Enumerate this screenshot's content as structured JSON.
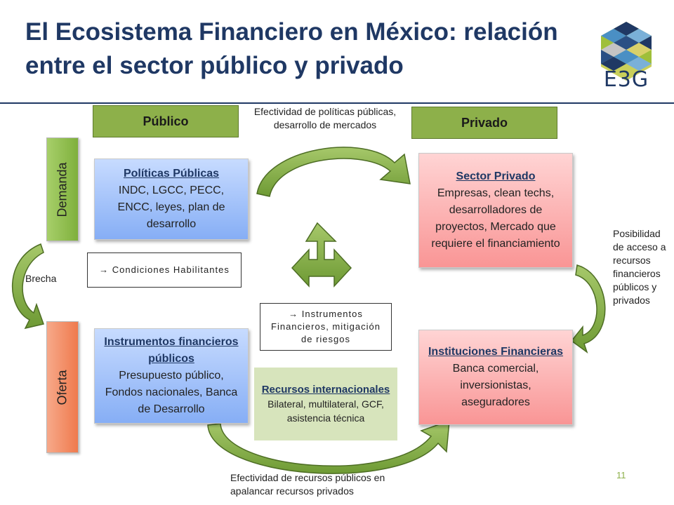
{
  "slide": {
    "title_line1": "El Ecosistema Financiero en México: relación",
    "title_line2": "entre el sector público y privado",
    "logo_text": "E3G",
    "page_number": "11"
  },
  "headers": {
    "publico": "Público",
    "privado": "Privado"
  },
  "side_bars": {
    "demanda": "Demanda",
    "oferta": "Oferta",
    "brecha": "Brecha"
  },
  "boxes": {
    "politicas": {
      "head": "Políticas Públicas",
      "body": "INDC, LGCC, PECC, ENCC, leyes, plan de desarrollo"
    },
    "sector_privado": {
      "head": "Sector Privado",
      "body": "Empresas, clean techs, desarrolladores de proyectos, Mercado que requiere el financiamiento"
    },
    "instrumentos_publicos": {
      "head": "Instrumentos financieros públicos",
      "body": "Presupuesto público, Fondos nacionales, Banca de Desarrollo"
    },
    "instituciones": {
      "head": "Instituciones Financieras",
      "body": "Banca comercial, inversionistas, aseguradores"
    },
    "recursos": {
      "head": "Recursos internacionales",
      "body": "Bilateral, multilateral, GCF, asistencia técnica"
    }
  },
  "notes": {
    "condiciones": "→ Condiciones Habilitantes",
    "instrumentos": "→ Instrumentos Financieros, mitigación de riesgos"
  },
  "labels": {
    "top_arrow": "Efectividad de políticas públicas, desarrollo de mercados",
    "bottom_arrow": "Efectividad de recursos públicos en apalancar recursos privados",
    "right_arrow": "Posibilidad de acceso a recursos financieros públicos y privados"
  },
  "colors": {
    "title": "#1f3864",
    "header_green": "#8db04a",
    "arrow_green": "#8db04a",
    "box_blue": "#86aef5",
    "box_pink": "#f99595",
    "box_lightgreen": "#d7e4bc"
  }
}
